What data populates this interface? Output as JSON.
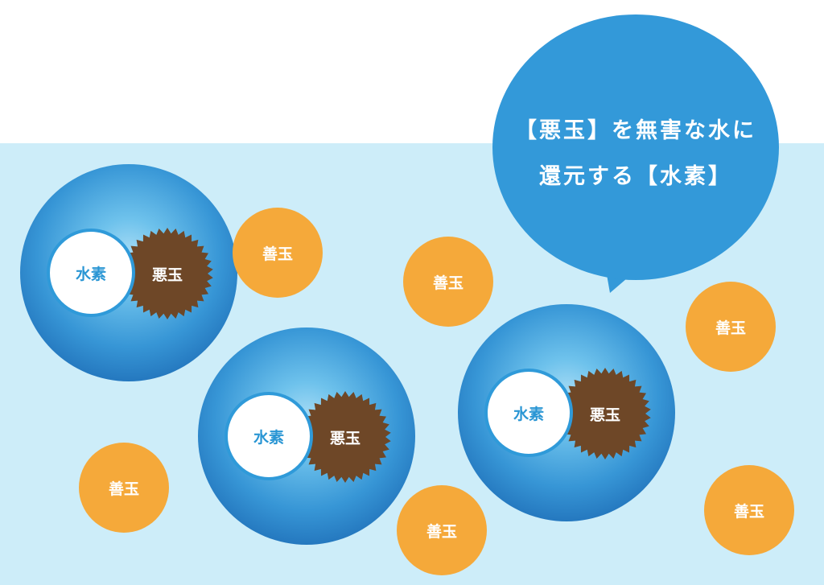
{
  "labels": {
    "hydrogen": "水素",
    "bad_ball": "悪玉",
    "good_ball": "善玉"
  },
  "speech_bubble": {
    "line1": "【悪玉】を無害な水に",
    "line2": "還元する【水素】"
  },
  "colors": {
    "water_background": "#cdedf9",
    "molecule_blue": "#2f8fd3",
    "hydrogen_white": "#ffffff",
    "bad_ball_brown": "#6e4727",
    "good_ball_orange": "#f5a93a",
    "bubble_blue": "#3399d9"
  }
}
